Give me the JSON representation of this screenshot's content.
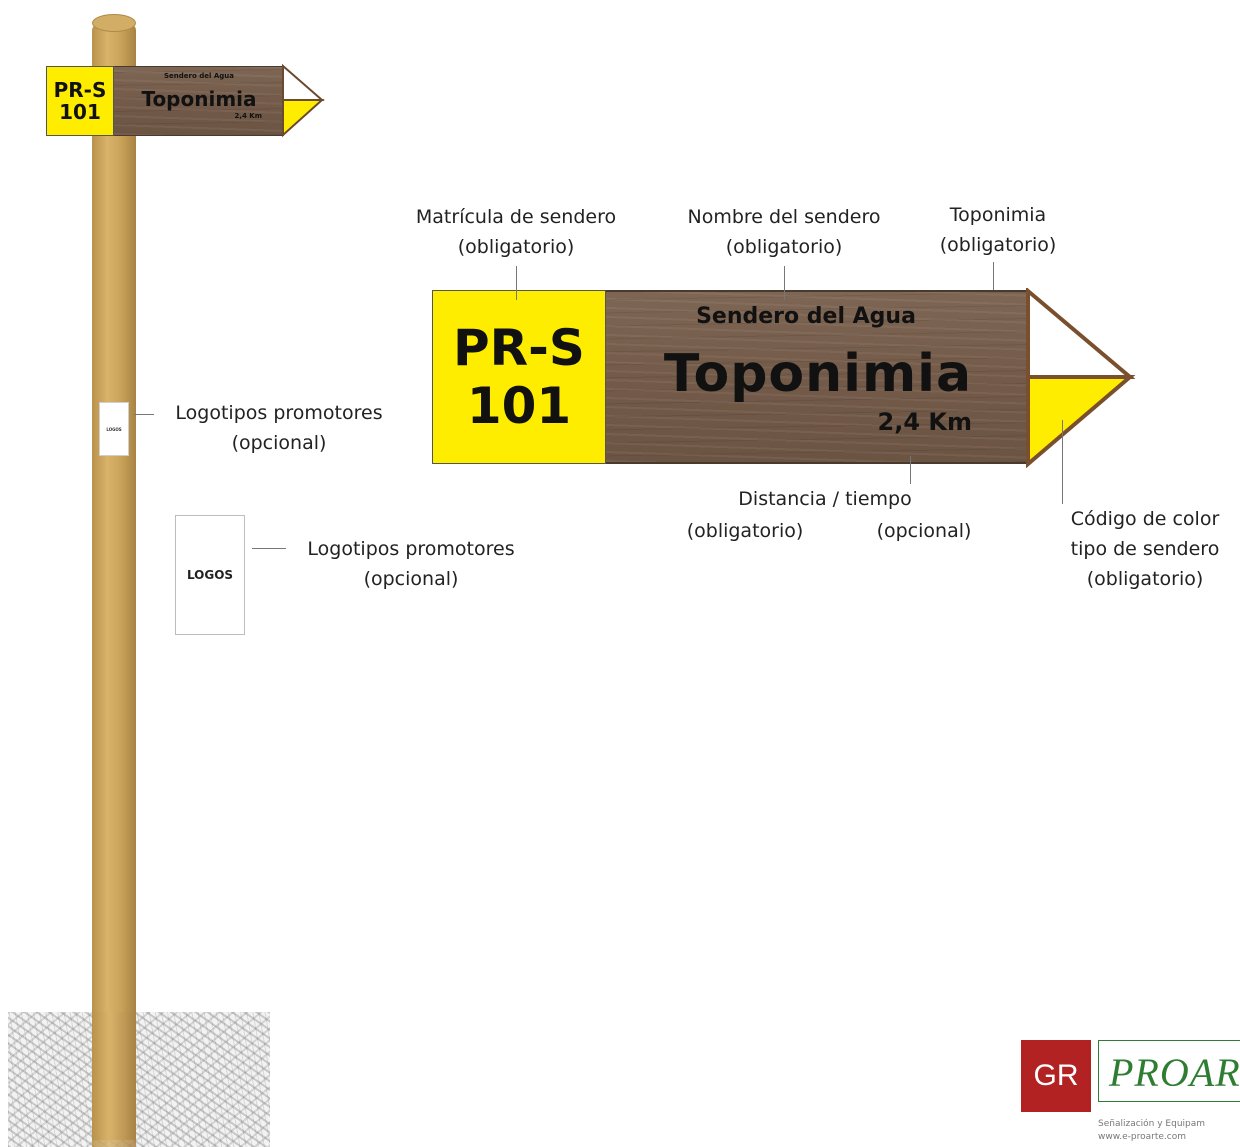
{
  "small_sign": {
    "code_line1": "PR-S",
    "code_line2": "101",
    "trail_name": "Sendero del Agua",
    "toponym": "Toponimia",
    "distance": "2,4 Km"
  },
  "big_sign": {
    "code_line1": "PR-S",
    "code_line2": "101",
    "trail_name": "Sendero del Agua",
    "toponym": "Toponimia",
    "distance": "2,4 Km"
  },
  "annotations": {
    "matricula": {
      "line1": "Matrícula de sendero",
      "line2": "(obligatorio)"
    },
    "nombre": {
      "line1": "Nombre del sendero",
      "line2": "(obligatorio)"
    },
    "toponimia": {
      "line1": "Toponimia",
      "line2": "(obligatorio)"
    },
    "distancia": {
      "line1": "Distancia / tiempo",
      "left": "(obligatorio)",
      "right": "(opcional)"
    },
    "codigo_color": {
      "line1": "Código de color",
      "line2": "tipo de sendero",
      "line3": "(obligatorio)"
    },
    "logos_small": {
      "line1": "Logotipos promotores",
      "line2": "(opcional)"
    },
    "logos_big": {
      "line1": "Logotipos promotores",
      "line2": "(opcional)"
    }
  },
  "logo_placeholders": {
    "small": "LOGOS",
    "big": "LOGOS"
  },
  "brand": {
    "gr": "GR",
    "name": "PROART",
    "sub_line1": "Señalización y Equipam",
    "sub_line2": "www.e-proarte.com"
  },
  "colors": {
    "trail_yellow": "#ffed00",
    "wood": "#7a6150",
    "pole": "#caa35a",
    "brand_red": "#b22222",
    "brand_green": "#2e7d32"
  }
}
